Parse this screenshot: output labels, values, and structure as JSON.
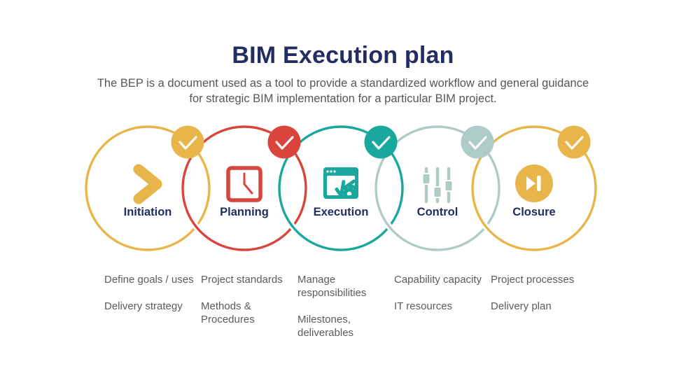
{
  "title": "BIM Execution plan",
  "subtitle": {
    "line1": "The BEP is a document used as a tool to provide a standardized workflow and general guidance",
    "line2": "for strategic BIM implementation for a particular BIM project."
  },
  "colors": {
    "navy": "#232d62",
    "gray_text": "#5a5b5e",
    "gold": "#e8b54b",
    "red": "#d9453c",
    "teal": "#1aa79d",
    "light_teal": "#afcbc7",
    "check": "#ffffff",
    "background": "#ffffff"
  },
  "stages": [
    {
      "label": "Initiation",
      "color": "#e8b54b",
      "icon": "chevron-right-icon",
      "badge": "check-badge",
      "items": [
        "Define goals / uses",
        "Delivery strategy"
      ]
    },
    {
      "label": "Planning",
      "color": "#d9453c",
      "icon": "clock-icon",
      "badge": "check-badge",
      "items": [
        "Project standards",
        "Methods & Procedures"
      ]
    },
    {
      "label": "Execution",
      "color": "#1aa79d",
      "icon": "app-window-gear-icon",
      "badge": "check-badge",
      "items": [
        "Manage responsibilities",
        "Milestones, deliverables"
      ]
    },
    {
      "label": "Control",
      "color": "#afcbc7",
      "icon": "sliders-icon",
      "badge": "check-badge",
      "items": [
        "Capability capacity",
        "IT resources"
      ]
    },
    {
      "label": "Closure",
      "color": "#e8b54b",
      "icon": "skip-end-icon",
      "badge": "check-badge",
      "items": [
        "Project processes",
        "Delivery plan"
      ]
    }
  ]
}
